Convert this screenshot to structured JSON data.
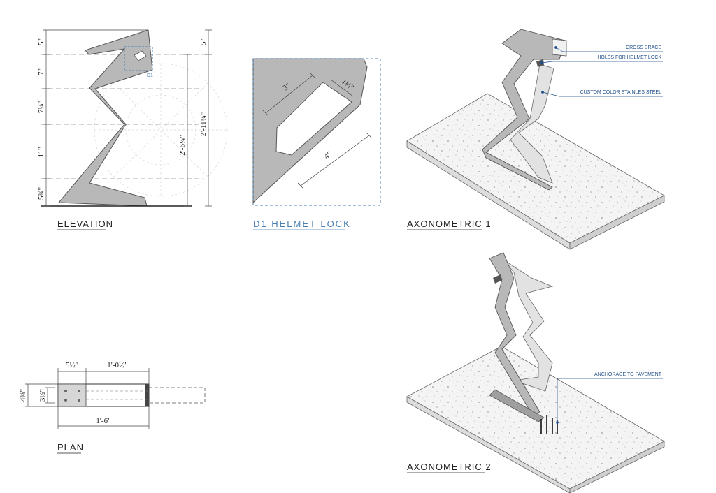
{
  "views": {
    "elevation": {
      "title": "ELEVATION",
      "dims_left": [
        "5\"",
        "7\"",
        "7¼\"",
        "11\"",
        "5¾\""
      ],
      "dim_right_top": "5\"",
      "dim_total": "2'-11¼\"",
      "dim_inner": "2'-6¼\"",
      "detail_tag": "D1"
    },
    "detail": {
      "title": "D1  HELMET LOCK",
      "dim_a": "3\"",
      "dim_b": "1½\"",
      "dim_c": "4\""
    },
    "axo1": {
      "title": "AXONOMETRIC  1",
      "notes": [
        "CROSS BRACE",
        "HOLES FOR HELMET LOCK",
        "CUSTOM COLOR STAINLES STEEL"
      ]
    },
    "plan": {
      "title": "PLAN",
      "dim_top_a": "5½\"",
      "dim_top_b": "1'-0½\"",
      "dim_left_a": "4¾\"",
      "dim_left_b": "3½\"",
      "dim_bottom": "1'-6\""
    },
    "axo2": {
      "title": "AXONOMETRIC  2",
      "notes": [
        "ANCHORAGE TO PAVEMENT"
      ]
    }
  }
}
